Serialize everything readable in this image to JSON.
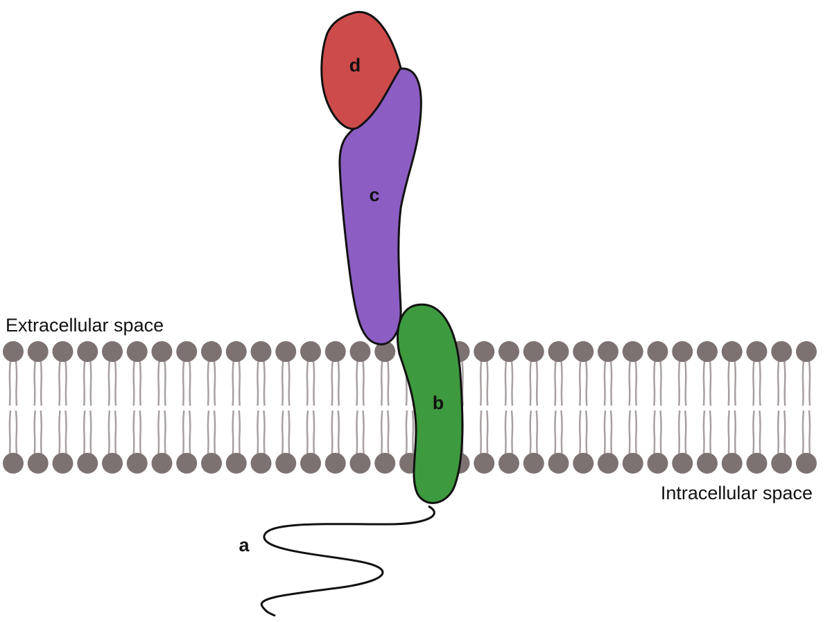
{
  "labels": {
    "extracellular": "Extracellular space",
    "intracellular": "Intracellular space"
  },
  "domains": {
    "a": "a",
    "b": "b",
    "c": "c",
    "d": "d"
  },
  "colors": {
    "lipid_head": "#7d7272",
    "lipid_tail": "#a8a0a0",
    "domain_d": "#cd4b4b",
    "domain_c": "#8c5ec4",
    "domain_b": "#3e9a3e",
    "outline": "#111111",
    "tail_line": "#111111"
  },
  "icons": {
    "membrane": "phospholipid-bilayer",
    "protein": "transmembrane-receptor"
  }
}
